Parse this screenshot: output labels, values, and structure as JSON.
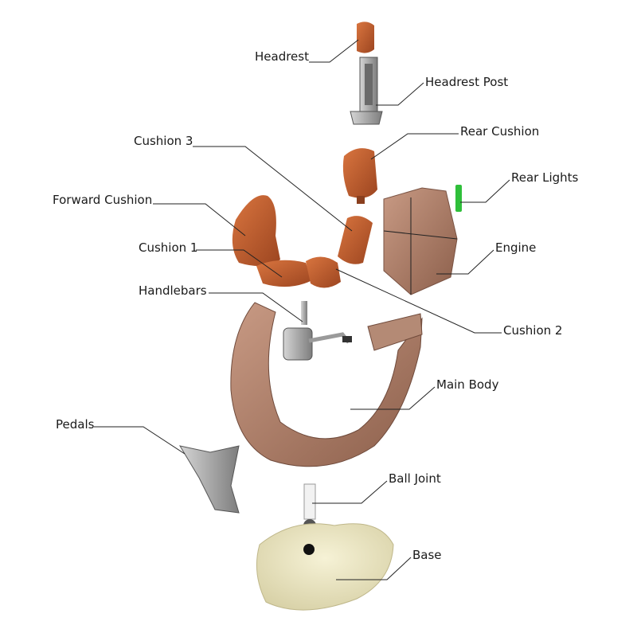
{
  "labels": {
    "headrest": "Headrest",
    "headrest_post": "Headrest Post",
    "rear_cushion": "Rear Cushion",
    "cushion_3": "Cushion 3",
    "rear_lights": "Rear Lights",
    "forward_cushion": "Forward Cushion",
    "engine": "Engine",
    "cushion_1": "Cushion 1",
    "handlebars": "Handlebars",
    "cushion_2": "Cushion 2",
    "main_body": "Main Body",
    "pedals": "Pedals",
    "ball_joint": "Ball Joint",
    "base": "Base"
  },
  "colors": {
    "cushion": "#c0592f",
    "body": "#a97b66",
    "metal": "#9a9a9a",
    "base": "#ece7c4",
    "lights": "#2fbf3a"
  }
}
